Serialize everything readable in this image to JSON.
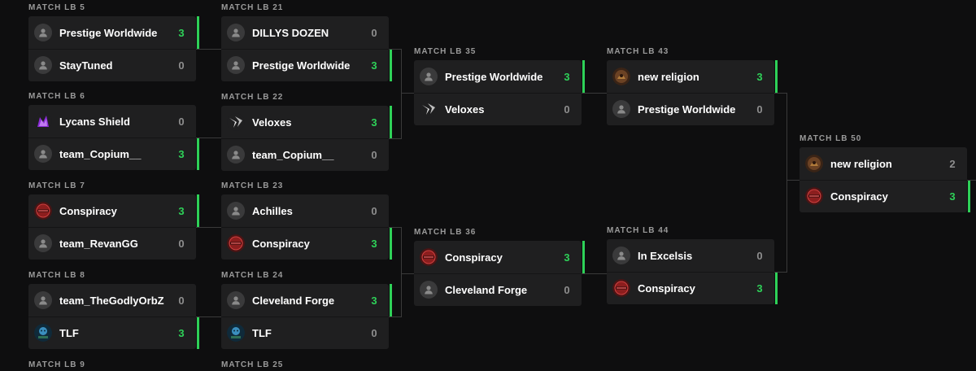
{
  "label_prefix": "MATCH",
  "rounds": [
    {
      "matches": [
        {
          "name": "LB 5",
          "teams": [
            {
              "name": "Prestige Worldwide",
              "score": "3",
              "win": true,
              "avatar": "default"
            },
            {
              "name": "StayTuned",
              "score": "0",
              "win": false,
              "avatar": "default"
            }
          ]
        },
        {
          "name": "LB 6",
          "teams": [
            {
              "name": "Lycans Shield",
              "score": "0",
              "win": false,
              "avatar": "lycan"
            },
            {
              "name": "team_Copium__",
              "score": "3",
              "win": true,
              "avatar": "default"
            }
          ]
        },
        {
          "name": "LB 7",
          "teams": [
            {
              "name": "Conspiracy",
              "score": "3",
              "win": true,
              "avatar": "conspiracy"
            },
            {
              "name": "team_RevanGG",
              "score": "0",
              "win": false,
              "avatar": "default"
            }
          ]
        },
        {
          "name": "LB 8",
          "teams": [
            {
              "name": "team_TheGodlyOrbZ",
              "score": "0",
              "win": false,
              "avatar": "default"
            },
            {
              "name": "TLF",
              "score": "3",
              "win": true,
              "avatar": "tlf"
            }
          ]
        },
        {
          "name": "LB 9",
          "teams": []
        }
      ]
    },
    {
      "matches": [
        {
          "name": "LB 21",
          "teams": [
            {
              "name": "DILLYS DOZEN",
              "score": "0",
              "win": false,
              "avatar": "default"
            },
            {
              "name": "Prestige Worldwide",
              "score": "3",
              "win": true,
              "avatar": "default"
            }
          ]
        },
        {
          "name": "LB 22",
          "teams": [
            {
              "name": "Veloxes",
              "score": "3",
              "win": true,
              "avatar": "veloxes"
            },
            {
              "name": "team_Copium__",
              "score": "0",
              "win": false,
              "avatar": "default"
            }
          ]
        },
        {
          "name": "LB 23",
          "teams": [
            {
              "name": "Achilles",
              "score": "0",
              "win": false,
              "avatar": "default"
            },
            {
              "name": "Conspiracy",
              "score": "3",
              "win": true,
              "avatar": "conspiracy"
            }
          ]
        },
        {
          "name": "LB 24",
          "teams": [
            {
              "name": "Cleveland Forge",
              "score": "3",
              "win": true,
              "avatar": "default"
            },
            {
              "name": "TLF",
              "score": "0",
              "win": false,
              "avatar": "tlf"
            }
          ]
        },
        {
          "name": "LB 25",
          "teams": []
        }
      ]
    },
    {
      "matches": [
        {
          "name": "LB 35",
          "teams": [
            {
              "name": "Prestige Worldwide",
              "score": "3",
              "win": true,
              "avatar": "default"
            },
            {
              "name": "Veloxes",
              "score": "0",
              "win": false,
              "avatar": "veloxes"
            }
          ]
        },
        {
          "name": "LB 36",
          "teams": [
            {
              "name": "Conspiracy",
              "score": "3",
              "win": true,
              "avatar": "conspiracy"
            },
            {
              "name": "Cleveland Forge",
              "score": "0",
              "win": false,
              "avatar": "default"
            }
          ]
        }
      ]
    },
    {
      "matches": [
        {
          "name": "LB 43",
          "teams": [
            {
              "name": "new religion",
              "score": "3",
              "win": true,
              "avatar": "newreligion"
            },
            {
              "name": "Prestige Worldwide",
              "score": "0",
              "win": false,
              "avatar": "default"
            }
          ]
        },
        {
          "name": "LB 44",
          "teams": [
            {
              "name": "In Excelsis",
              "score": "0",
              "win": false,
              "avatar": "default"
            },
            {
              "name": "Conspiracy",
              "score": "3",
              "win": true,
              "avatar": "conspiracy"
            }
          ]
        }
      ]
    },
    {
      "matches": [
        {
          "name": "LB 50",
          "teams": [
            {
              "name": "new religion",
              "score": "2",
              "win": false,
              "avatar": "newreligion"
            },
            {
              "name": "Conspiracy",
              "score": "3",
              "win": true,
              "avatar": "conspiracy"
            }
          ]
        }
      ]
    }
  ],
  "colors": {
    "win": "#2ed158",
    "card": "#1f1f20",
    "background": "#0e0e0f",
    "connector": "#3a3a3a"
  }
}
